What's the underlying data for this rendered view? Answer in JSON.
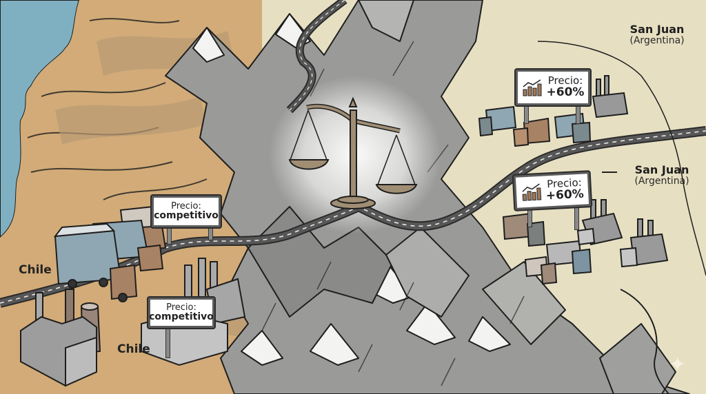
{
  "map": {
    "regions": {
      "west_label_upper": "Chile",
      "west_label_lower": "Chile",
      "east_label_top": {
        "name": "San Juan",
        "sub": "(Argentina)"
      },
      "east_label_mid": {
        "name": "San Juan",
        "sub": "(Argentina)"
      }
    },
    "signs": {
      "chile_upper": {
        "line1": "Precio:",
        "line2": "competitivo"
      },
      "chile_lower": {
        "line1": "Precio:",
        "line2": "competitivo"
      },
      "argentina_upper": {
        "line1": "Precio:",
        "line2": "+60%",
        "icon": "rising-bar-chart-icon"
      },
      "argentina_lower": {
        "line1": "Precio:",
        "line2": "+60%",
        "icon": "rising-bar-chart-icon"
      }
    },
    "center_symbol": "balance-scale-icon",
    "corner_mark": "sparkle-icon",
    "colors": {
      "ocean": "#7fb0c2",
      "chile_terrain": "#d2ab78",
      "argentina_plain": "#e6dfc2",
      "mountains": "#9a9a98",
      "snow": "#f3f3f1",
      "road": "#575757",
      "scale": "#a08e74"
    }
  }
}
